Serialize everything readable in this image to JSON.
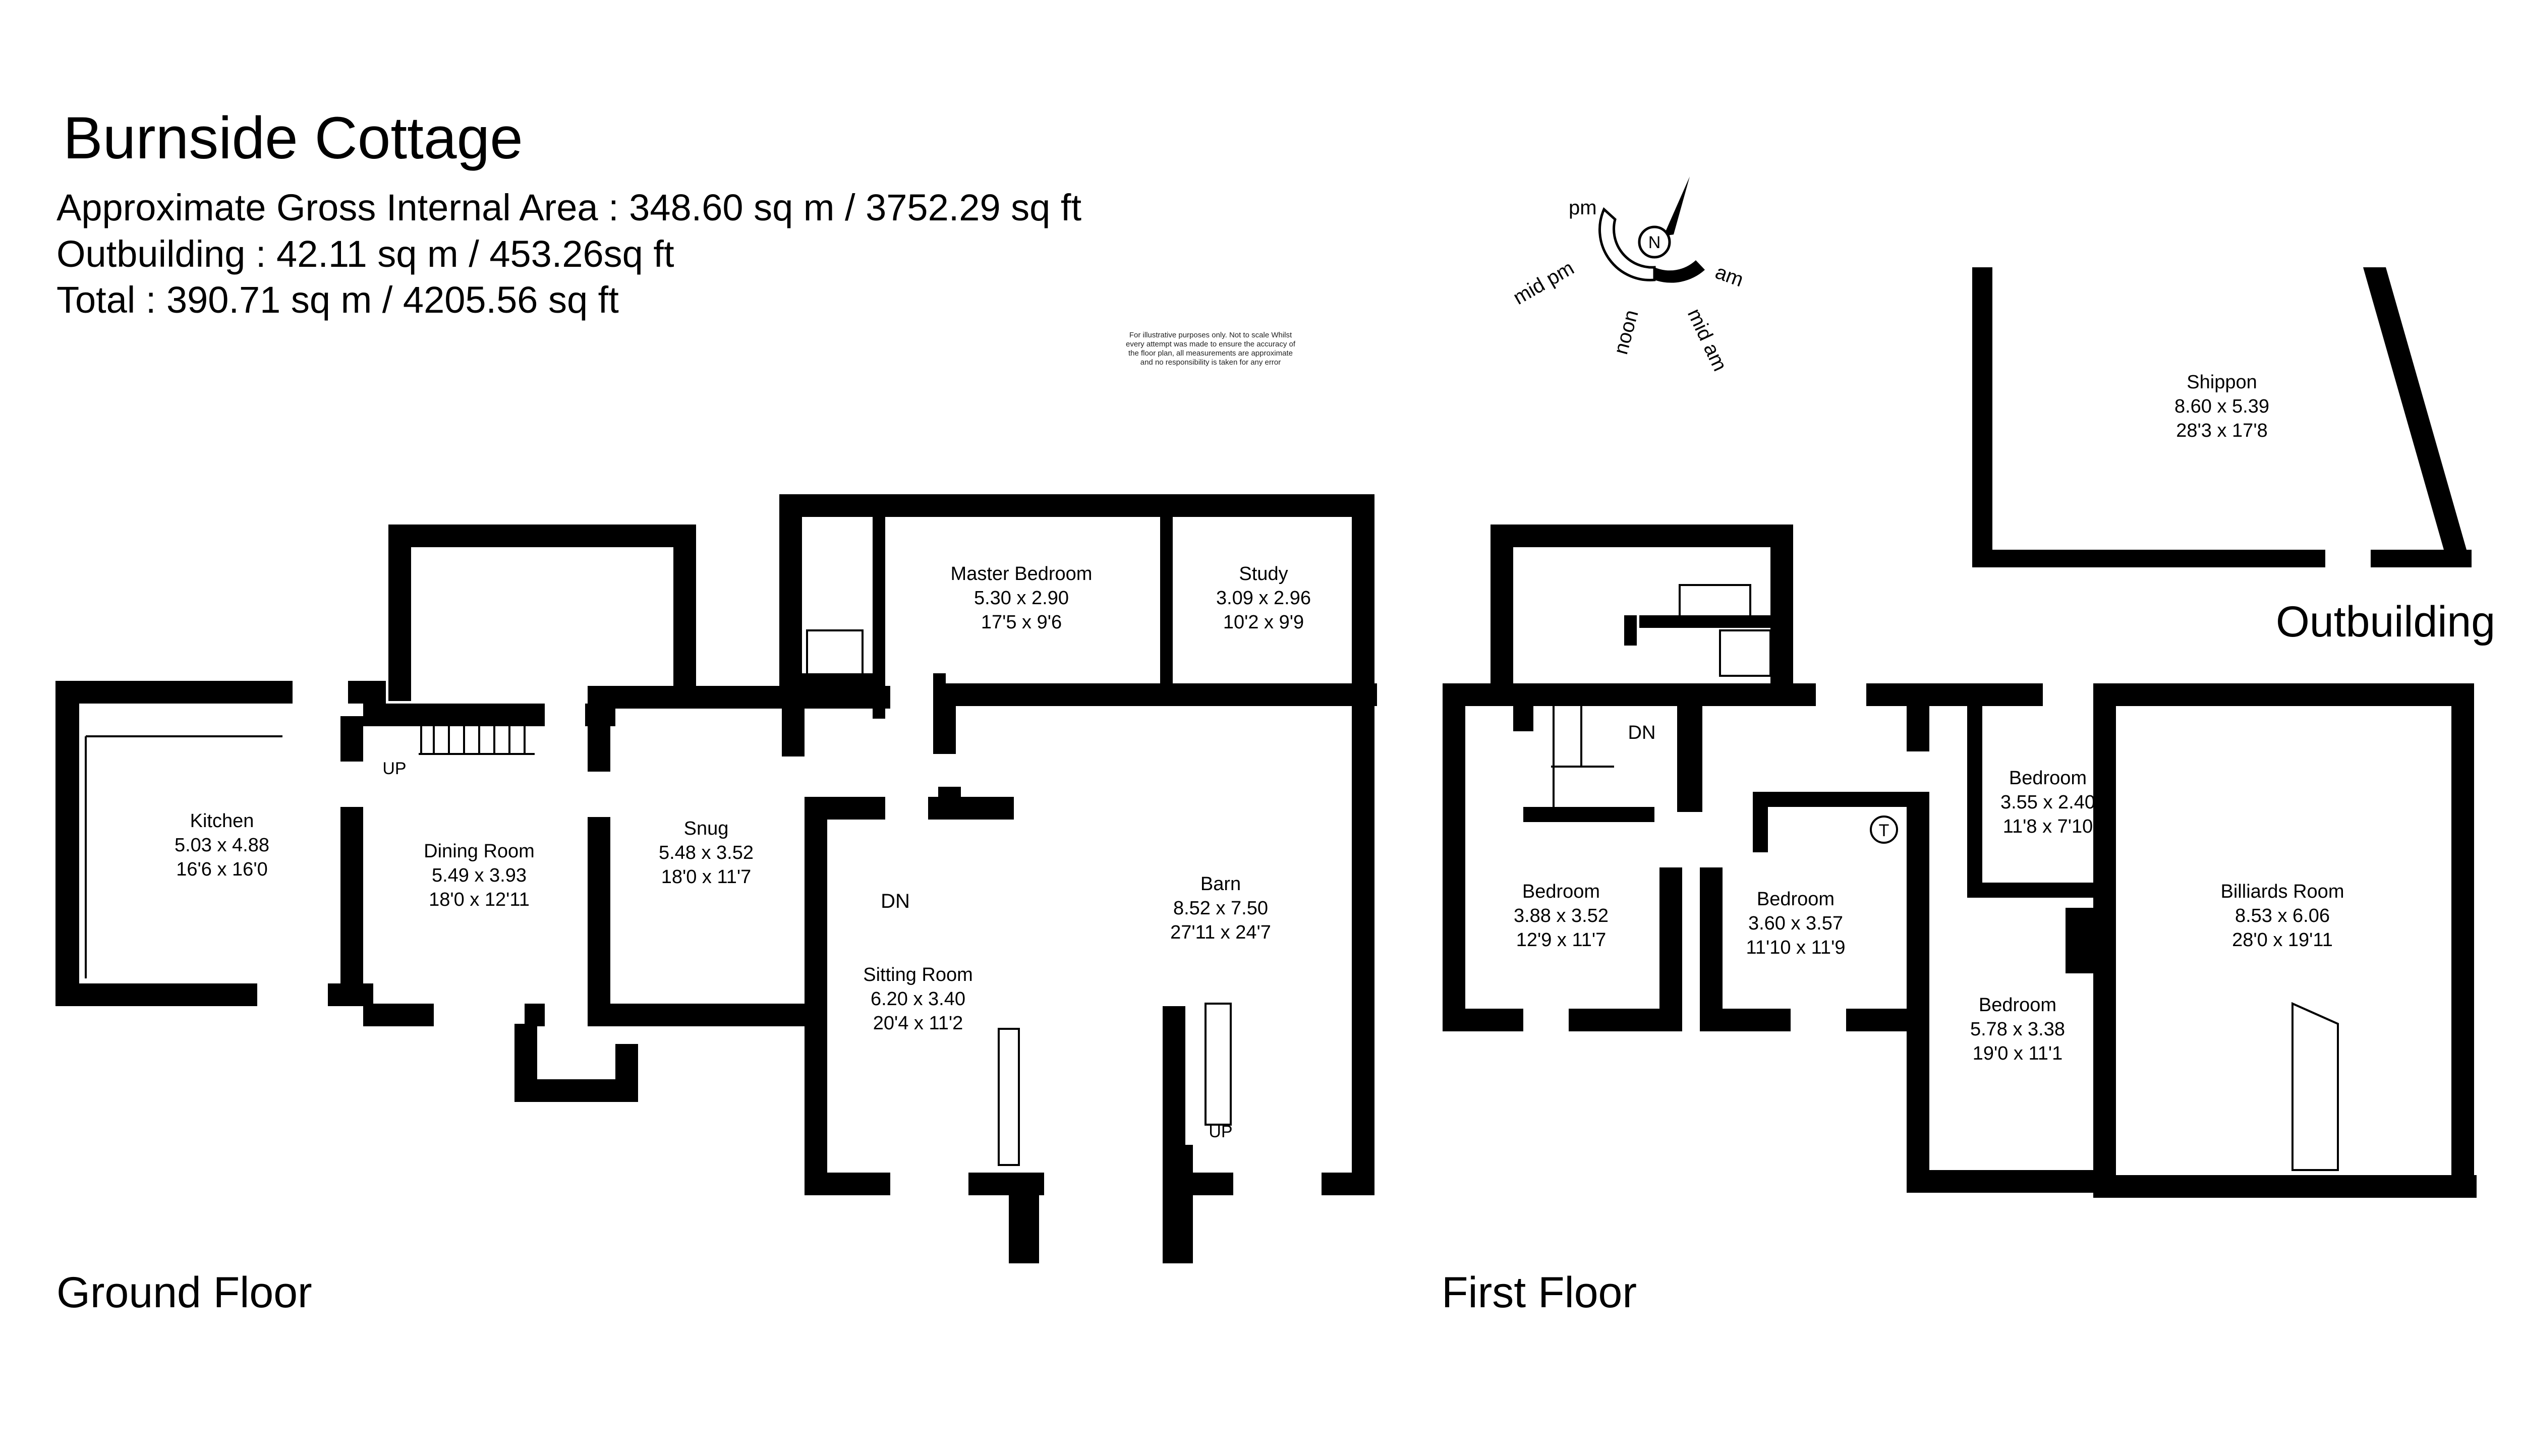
{
  "property_name": "Burnside Cottage",
  "area_summary": {
    "gross_internal": "Approximate Gross Internal Area : 348.60 sq m / 3752.29 sq ft",
    "outbuilding": "Outbuilding : 42.11 sq m / 453.26sq ft",
    "total": "Total : 390.71 sq m / 4205.56 sq ft"
  },
  "disclaimer": "For illustrative purposes only. Not to scale Whilst every attempt was made to ensure the accuracy of the floor plan, all measurements are approximate and no responsibility is taken for any error",
  "compass": {
    "north": "N",
    "labels": [
      "pm",
      "am",
      "mid pm",
      "mid am",
      "noon"
    ]
  },
  "floors": {
    "ground": {
      "label": "Ground Floor",
      "rooms": [
        {
          "name": "Kitchen",
          "metric": "5.03 x 4.88",
          "imperial": "16'6 x 16'0"
        },
        {
          "name": "Dining Room",
          "metric": "5.49 x 3.93",
          "imperial": "18'0 x 12'11"
        },
        {
          "name": "Snug",
          "metric": "5.48 x 3.52",
          "imperial": "18'0 x 11'7"
        },
        {
          "name": "Master Bedroom",
          "metric": "5.30 x 2.90",
          "imperial": "17'5 x 9'6"
        },
        {
          "name": "Study",
          "metric": "3.09 x 2.96",
          "imperial": "10'2 x 9'9"
        },
        {
          "name": "Sitting Room",
          "metric": "6.20 x 3.40",
          "imperial": "20'4 x 11'2"
        },
        {
          "name": "Barn",
          "metric": "8.52 x 7.50",
          "imperial": "27'11 x 24'7"
        }
      ],
      "stair_labels": [
        "UP",
        "DN",
        "UP"
      ]
    },
    "first": {
      "label": "First Floor",
      "rooms": [
        {
          "name": "Bedroom",
          "metric": "3.88 x 3.52",
          "imperial": "12'9 x 11'7"
        },
        {
          "name": "Bedroom",
          "metric": "3.60 x 3.57",
          "imperial": "11'10 x 11'9"
        },
        {
          "name": "Bedroom",
          "metric": "3.55 x 2.40",
          "imperial": "11'8 x 7'10"
        },
        {
          "name": "Bedroom",
          "metric": "5.78 x 3.38",
          "imperial": "19'0 x 11'1"
        },
        {
          "name": "Billiards Room",
          "metric": "8.53 x 6.06",
          "imperial": "28'0 x 19'11"
        }
      ],
      "stair_labels": [
        "DN"
      ],
      "tank_symbol": "T"
    },
    "outbuilding": {
      "label": "Outbuilding",
      "rooms": [
        {
          "name": "Shippon",
          "metric": "8.60 x 5.39",
          "imperial": "28'3 x 17'8"
        }
      ]
    }
  }
}
